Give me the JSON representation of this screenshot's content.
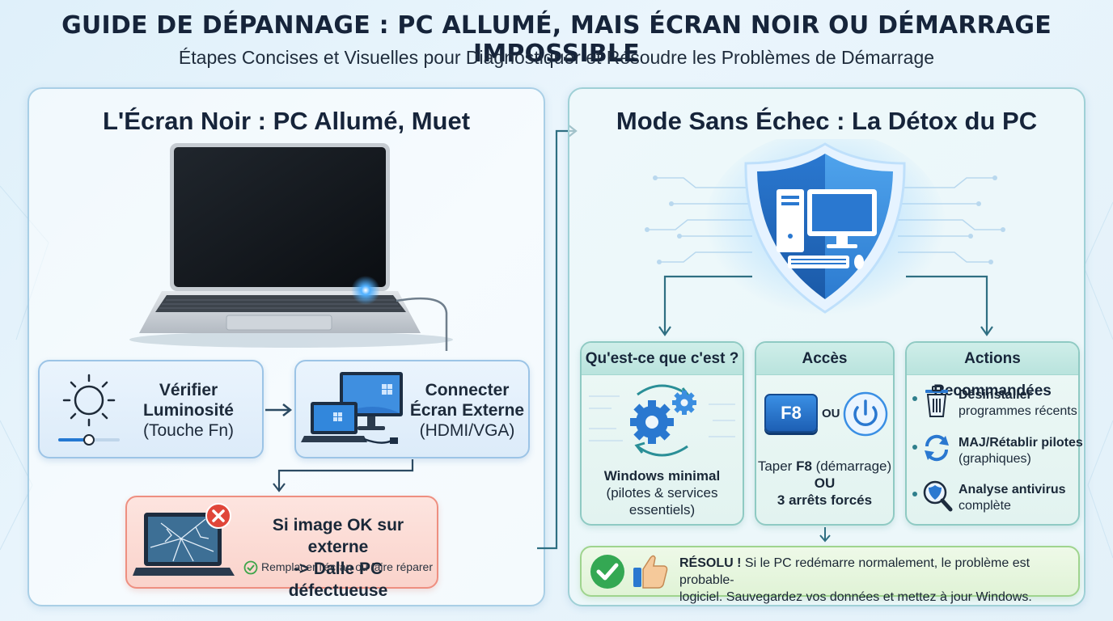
{
  "header": {
    "title": "GUIDE DE DÉPANNAGE : PC ALLUMÉ, MAIS ÉCRAN NOIR OU DÉMARRAGE IMPOSSIBLE",
    "subtitle": "Étapes Concises et Visuelles pour Diagnostiquer et Résoudre les Problèmes de Démarrage"
  },
  "left_panel": {
    "title": "L'Écran Noir : PC Allumé, Muet",
    "brightness": {
      "line1": "Vérifier",
      "line2": "Luminosité",
      "line3": "(Touche Fn)"
    },
    "external": {
      "line1": "Connecter",
      "line2": "Écran Externe",
      "line3": "(HDMI/VGA)"
    },
    "result": {
      "line1": "Si image OK sur externe",
      "line2": "-> Dalle PC défectueuse",
      "note": "Remplacer l'écran ou faire réparer"
    }
  },
  "right_panel": {
    "title": "Mode Sans Échec : La Détox du PC",
    "what": {
      "header": "Qu'est-ce que c'est ?",
      "bold": "Windows minimal",
      "text1": "(pilotes & services",
      "text2": "essentiels)"
    },
    "access": {
      "header": "Accès",
      "key": "F8",
      "or": "OU",
      "line1_prefix": "Taper ",
      "line1_key": "F8",
      "line1_suffix": " (démarrage)",
      "line2": "OU",
      "line3": "3 arrêts forcés"
    },
    "actions": {
      "header": "Actions Recommandées",
      "items": [
        {
          "bold": "Désinstaller",
          "text": "programmes récents",
          "icon": "trash-icon"
        },
        {
          "bold": "MAJ/Rétablir pilotes",
          "text": "(graphiques)",
          "icon": "refresh-icon"
        },
        {
          "bold": "Analyse antivirus",
          "text": "complète",
          "icon": "magnifier-shield-icon"
        }
      ]
    },
    "resolved": {
      "bold": "RÉSOLU !",
      "line1": " Si le PC redémarre normalement, le problème est probable-",
      "line2": "logiciel. Sauvegardez vos données et mettez à jour Windows."
    }
  },
  "colors": {
    "accent_blue": "#1d6fc4",
    "red": "#e0463a",
    "green": "#34a853",
    "teal": "#2f7f8c"
  }
}
